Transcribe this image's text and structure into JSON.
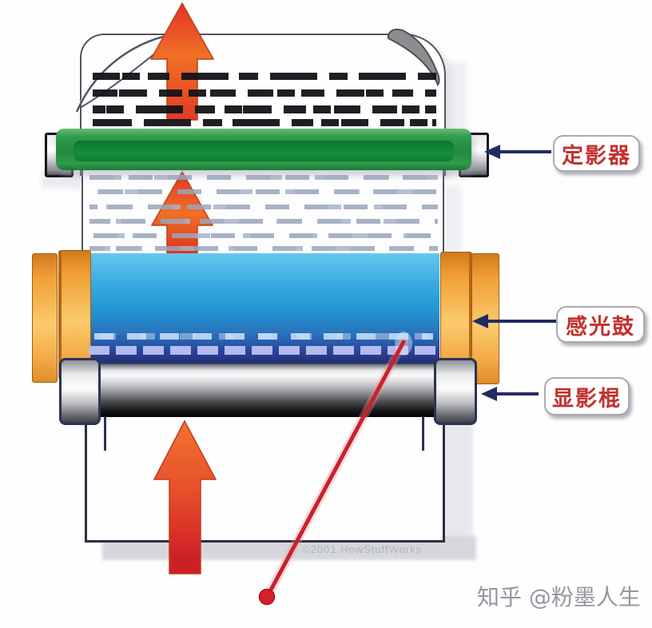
{
  "diagram": {
    "labels": {
      "fuser": "定影器",
      "drum": "感光鼓",
      "developer": "显影棍"
    },
    "copyright": "©2001 HowStuffWorks",
    "watermark": "知乎 @粉墨人生",
    "colors": {
      "fuser_green": "#2f9b4b",
      "drum_blue": "#2194d3",
      "drum_navy": "#232a6e",
      "end_cap_orange": "#f5b14c",
      "roller_silver": "#c2c4c7",
      "roller_black": "#0a0a0c",
      "paper_outline": "#54545e",
      "arrow_red": "#e8432d",
      "laser_red": "#c7232d",
      "pointer_navy": "#232b63",
      "label_text_red": "#c4302e"
    }
  }
}
